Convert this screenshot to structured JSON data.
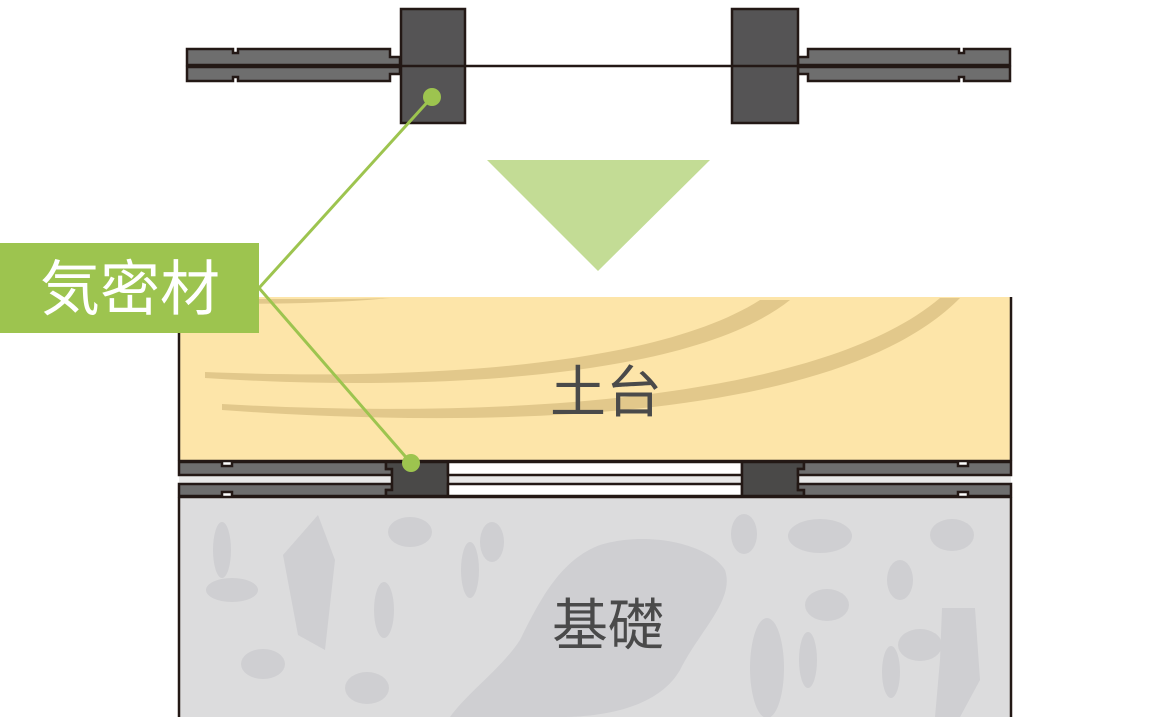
{
  "labels": {
    "airtight_material": "気密材",
    "sill": "土台",
    "foundation": "基礎"
  },
  "colors": {
    "green": "#9dc44f",
    "arrow": "#c3dc95",
    "wood": "#fde5a9",
    "wood_grain": "#e2c88b",
    "concrete": "#dcdcdd",
    "stone": "#cfcfd2",
    "panel": "#6e6e6e",
    "block": "#555455",
    "outline": "#231815",
    "text": "#4a4a4a"
  }
}
